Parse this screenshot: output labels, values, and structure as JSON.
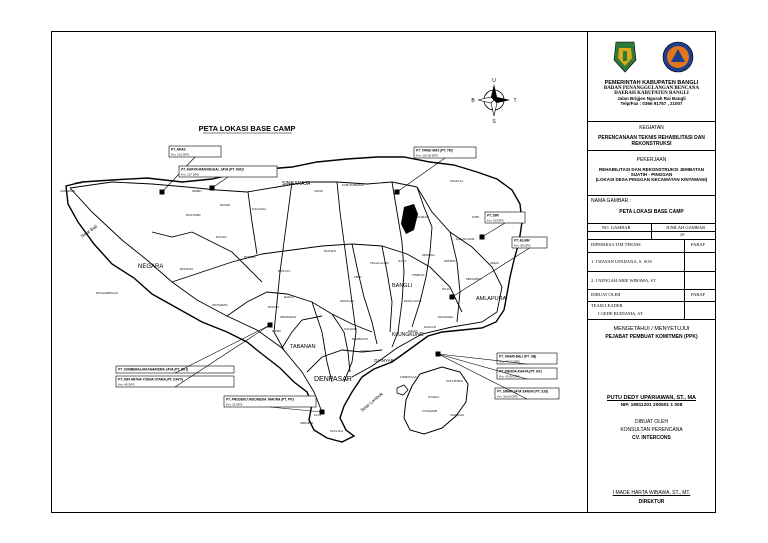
{
  "map": {
    "title": "PETA LOKASI BASE CAMP",
    "compass": {
      "n": "U",
      "s": "S",
      "e": "T",
      "w": "B"
    },
    "cities": [
      {
        "id": "negara",
        "name": "NEGARA"
      },
      {
        "id": "singaraja",
        "name": "SINGARAJA"
      },
      {
        "id": "tabanan",
        "name": "TABANAN"
      },
      {
        "id": "denpasar",
        "name": "DENPASAR"
      },
      {
        "id": "bangli",
        "name": "BANGLI"
      },
      {
        "id": "klungkung",
        "name": "KLUNGKUNG"
      },
      {
        "id": "amlapura",
        "name": "AMLAPURA"
      },
      {
        "id": "gianyar",
        "name": "GIANYAR"
      }
    ],
    "seas": {
      "bali_strait": "Selat Bali",
      "lombok_strait": "Selat Lombok"
    },
    "small_labels": [
      "GILIMANUK",
      "CEKIK",
      "PENGAMBENGAN",
      "MENDOYO",
      "PUPUAN",
      "BATURITI",
      "KINTAMANI",
      "KUBUTAMBAHAN",
      "SUKASADA",
      "SERIRIT",
      "MUNDUK",
      "BEDUGUL",
      "MARGA",
      "UBUD",
      "TEGALLALANG",
      "SIDEMEN",
      "RENDANG",
      "KARANGASEM",
      "PADANGBAI",
      "KUTA",
      "NUSA DUA",
      "JIMBARAN",
      "SANUR",
      "KEROBOKAN",
      "MENGWI",
      "SELEMADEG",
      "KEDIRI",
      "SUSUT",
      "TEMBUKU",
      "ABANG",
      "KUBU",
      "TEJAKULA",
      "BANJAR",
      "BUSUNGBIU",
      "SAWAN",
      "PAYANGAN",
      "BLAHBATUH",
      "SUKAWATI",
      "DAWAN",
      "MANGGIS",
      "SELAT",
      "BEBANDEM",
      "BANGLI KOTA",
      "NUSA PENIDA",
      "LEMBONGAN",
      "TOYAPAKEH",
      "SAMPALAN",
      "SUWANA"
    ],
    "callouts": [
      {
        "id": "akas",
        "name": "PT. AKAS",
        "dist": "Km. 121 DPS"
      },
      {
        "id": "karya",
        "name": "PT. KARYA MANUNGGAL JAYA (PT. KMJ)",
        "dist": "Km. 117 DPS"
      },
      {
        "id": "tirad",
        "name": "PT. TIRAD MAS (PT. TM)",
        "dist": "Km. 114.00 DPS"
      },
      {
        "id": "dwi",
        "name": "PT. DWI",
        "dist": "Km. 90 DPS"
      },
      {
        "id": "eliam",
        "name": "PT. ELIAM",
        "dist": "Km. 90 DPS"
      },
      {
        "id": "sumberalam",
        "name": "PT. SUMBERALAM KHARISMA JAYA (PT. SKJ)",
        "dist": ""
      },
      {
        "id": "artha",
        "name": "PT. DWI ARTHA YUDHA UTAMA (PT. DAYU)",
        "dist": "Km. 49 DPS"
      },
      {
        "id": "uhari",
        "name": "PT. UHARI BALI (PT. UB)",
        "dist": "Km. 44.00 DPS"
      },
      {
        "id": "krisna",
        "name": "PT. KRISNA KARYA (PT. KK)",
        "dist": "Km. 42.00 DPS"
      },
      {
        "id": "sinar",
        "name": "PT. SINAR JAYA SANUR (PT. SJS)",
        "dist": "Km. 36.00 DPS"
      },
      {
        "id": "prodeco",
        "name": "PT. PRODEKO INDONESIA TARUNA (PT. PIT)",
        "dist": "Km. 32 DPS"
      }
    ]
  },
  "title_block": {
    "gov": "PEMERINTAH KABUPATEN BANGLI",
    "agency_1": "BADAN PENANGGULANGAN BENCANA",
    "agency_2": "DAERAH KABUPATEN BANGLI",
    "address": "Jalan Brigjen Ngurah Rai Bangli",
    "phone": "Telp/Fax : 0366 91757 , 21007",
    "kegiatan_label": "KEGIATAN",
    "kegiatan_value": "PERENCANAAN TEKNIS REHABILITASI DAN REKONSTRUKSI",
    "pekerjaan_label": "PEKERJAAN",
    "pekerjaan_value_1": "REHABILITASI DAN REKONSTRUKSI JEMBATAN SUATIH - PINGGAN",
    "pekerjaan_value_2": "(LOKASI DESA PINGGAN KECAMATAN KINTAMANI)",
    "nama_gambar_label": "NAMA GAMBAR :",
    "nama_gambar_value": "PETA LOKASI BASE CAMP",
    "no_gambar_label": "NO. GAMBAR",
    "jumlah_gambar_label": "JUMLAH GAMBAR",
    "no_gambar_value": "",
    "jumlah_gambar_value": "29",
    "diperiksa_label": "DIPERIKSA TIM TEKNIS",
    "paraf_label": "PARAF",
    "tim_1": "1. I WAYAN UPADANA, S. SOS",
    "tim_2": "2. I NENGAH ARIE WIBAWA, ST",
    "dibuat_label": "DIBUAT OLEH",
    "paraf_label_2": "PARAF",
    "team_leader_label": "TEAM LEADER",
    "team_leader_name": "I GEDE BUDIAMA, ST.",
    "mengetahui_1": "MENGETAHUI / MENYETUJUI",
    "mengetahui_2": "PEJABAT PEMBUAT KOMITMEN (PPK)",
    "ppk_name": "PUTU DEDY UPARIAWAN, ST., MA",
    "ppk_nip": "NIP. 19811201 200501 1 008",
    "dibuat_oleh": "DIBUAT OLEH",
    "konsultan": "KONSULTAN PERENCANA",
    "company": "CV. INTERCONS",
    "director_name": "I MADE HARTA WIBAWA, ST., MT.",
    "director_title": "DIREKTUR"
  },
  "colors": {
    "ink": "#000000",
    "paper": "#ffffff",
    "badge_orange": "#e2761b",
    "badge_blue": "#1c3e8c",
    "crest_green": "#2f7a3a",
    "crest_gold": "#d9a81b"
  }
}
